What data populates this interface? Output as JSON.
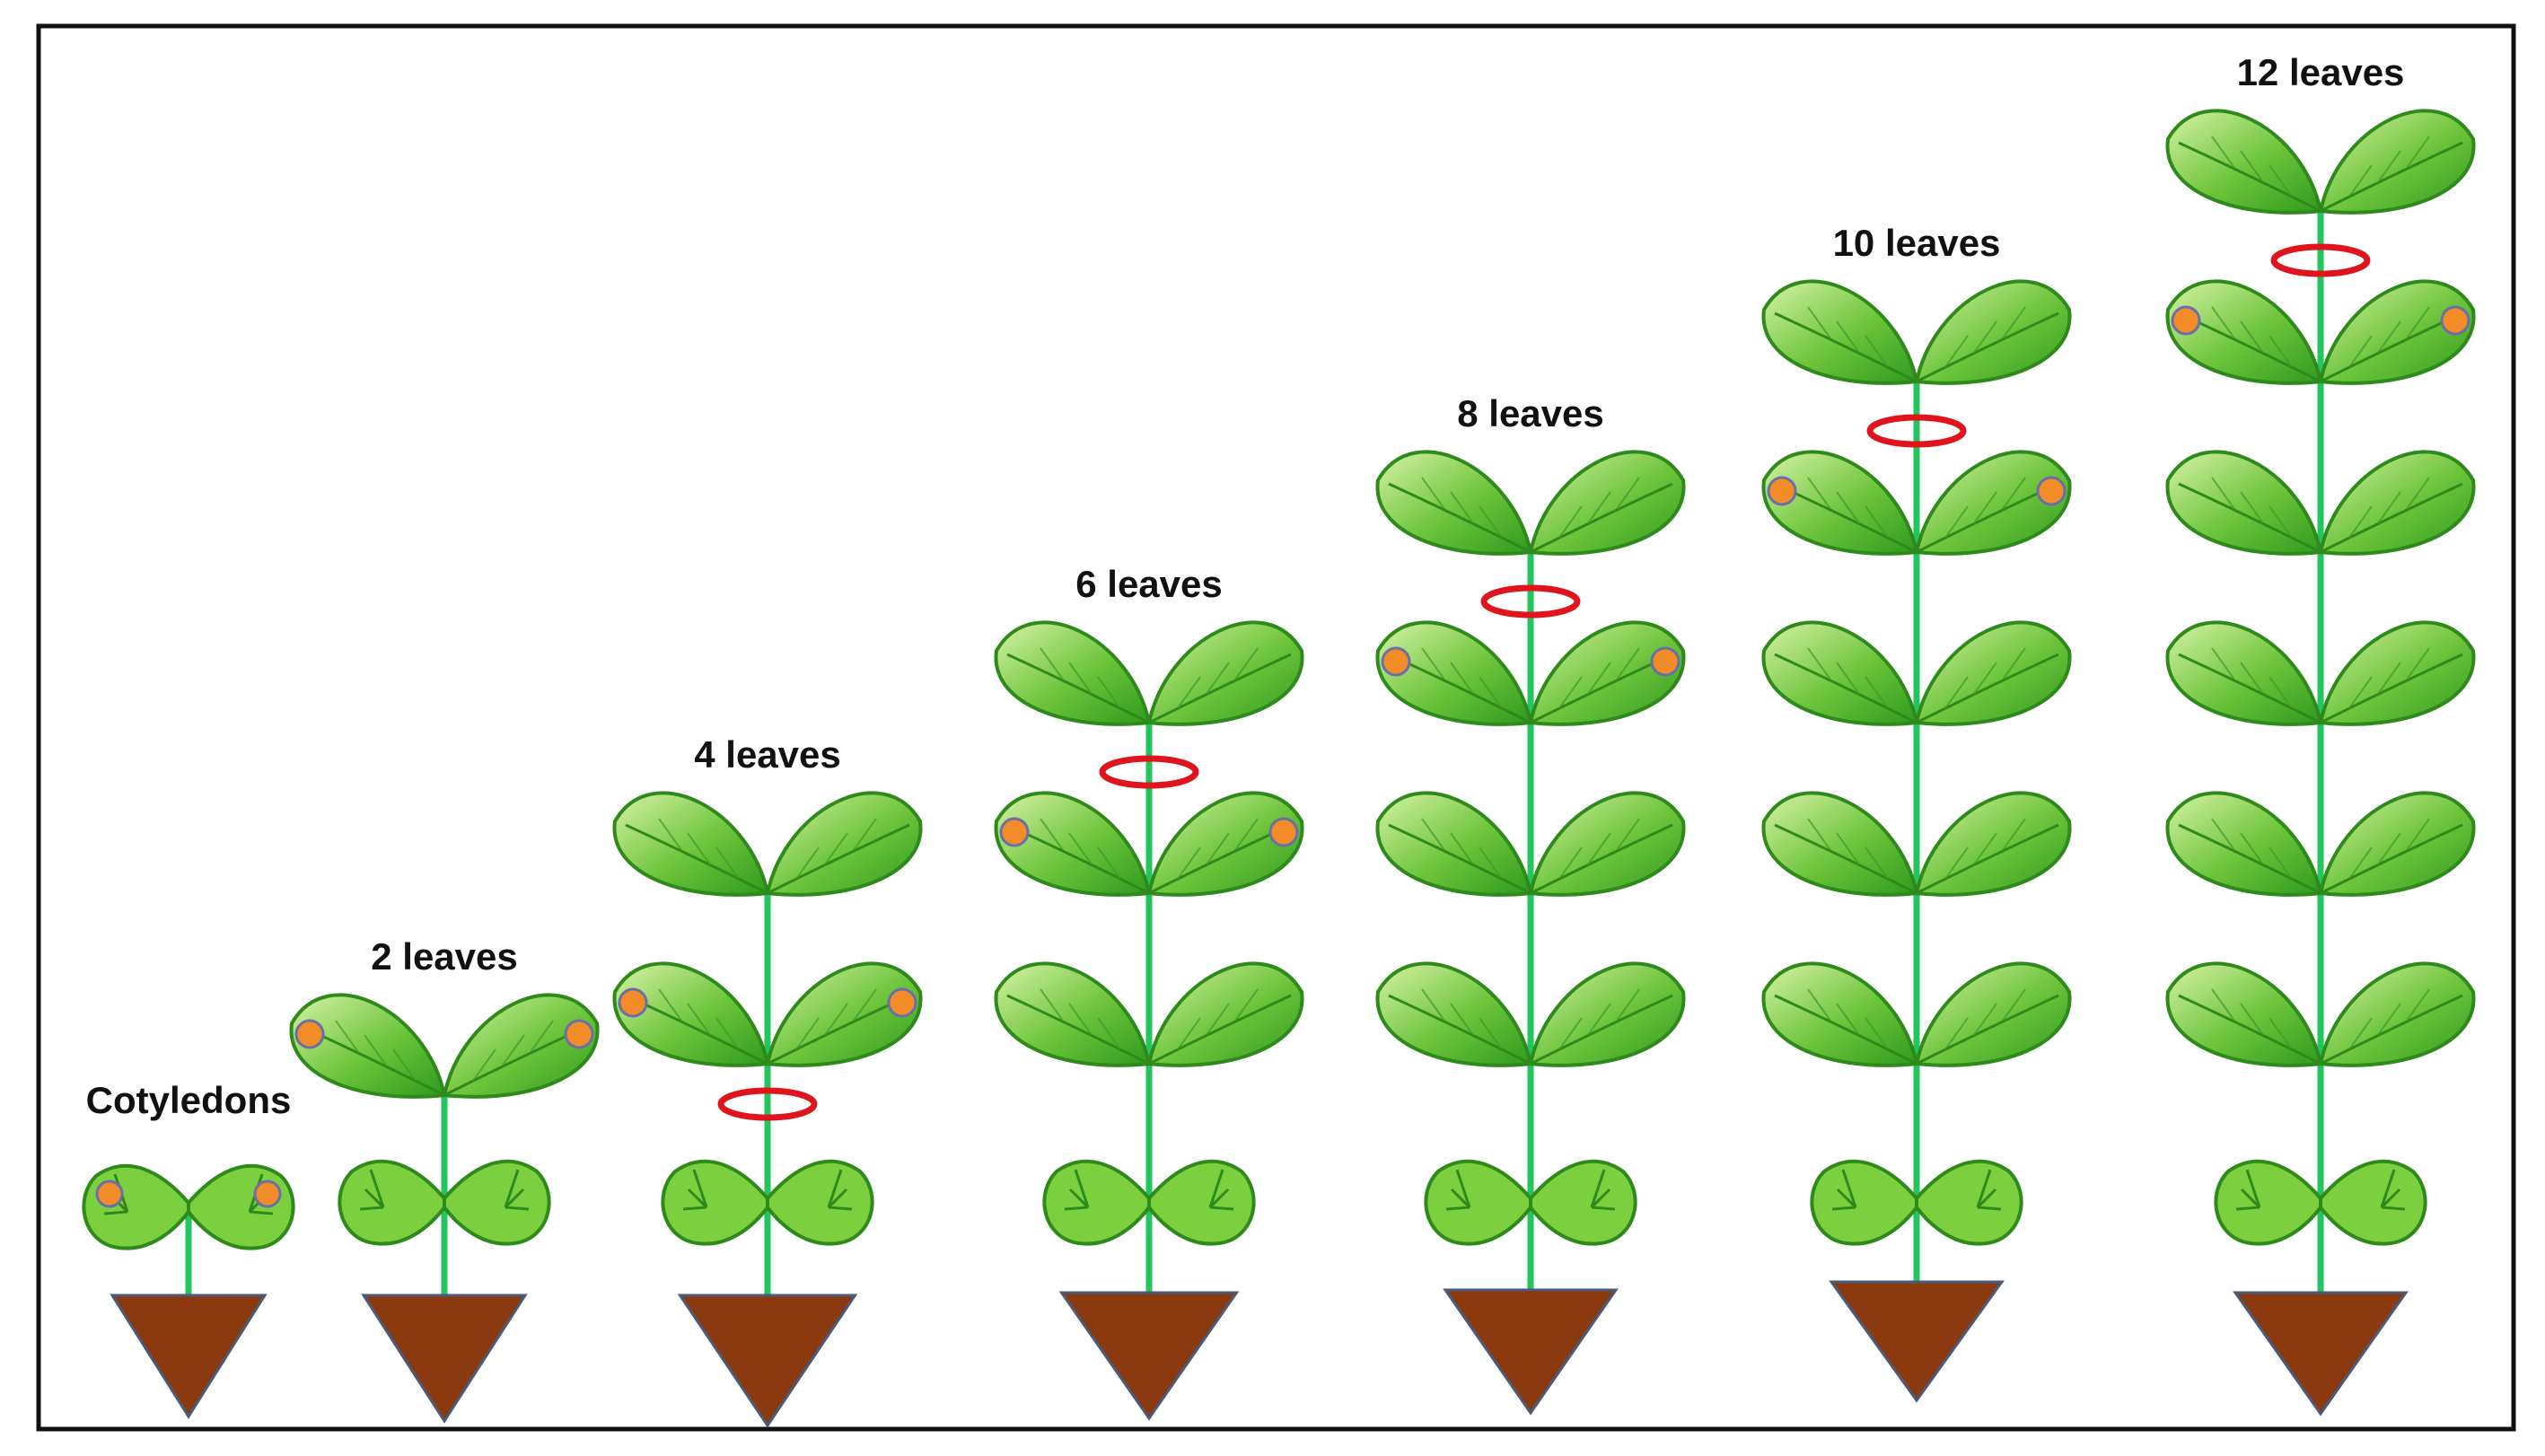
{
  "stages": [
    {
      "label": "Cotyledons",
      "true_leaf_pairs": 0,
      "marked_leaf_pair": 0,
      "ring_below_leaf_pair": 0
    },
    {
      "label": "2 leaves",
      "true_leaf_pairs": 1,
      "marked_leaf_pair": 1,
      "ring_below_leaf_pair": 0
    },
    {
      "label": "4 leaves",
      "true_leaf_pairs": 2,
      "marked_leaf_pair": 1,
      "ring_below_leaf_pair": 1
    },
    {
      "label": "6 leaves",
      "true_leaf_pairs": 3,
      "marked_leaf_pair": 2,
      "ring_below_leaf_pair": 2
    },
    {
      "label": "8 leaves",
      "true_leaf_pairs": 4,
      "marked_leaf_pair": 3,
      "ring_below_leaf_pair": 3
    },
    {
      "label": "10 leaves",
      "true_leaf_pairs": 5,
      "marked_leaf_pair": 4,
      "ring_below_leaf_pair": 4
    },
    {
      "label": "12 leaves",
      "true_leaf_pairs": 6,
      "marked_leaf_pair": 5,
      "ring_below_leaf_pair": 5
    }
  ],
  "colors": {
    "stem": "#22c55e",
    "leaf_outline": "#2f8a1c",
    "leaf_light": "#cfee9a",
    "leaf_dark": "#3aa322",
    "cotyledon": "#7ccf3f",
    "spot": "#f28c28",
    "spot_outline": "#6b6fa8",
    "ring": "#e0141c",
    "pot": "#8b3a0f",
    "pot_outline": "#4a5a7a",
    "frame": "#111111"
  }
}
